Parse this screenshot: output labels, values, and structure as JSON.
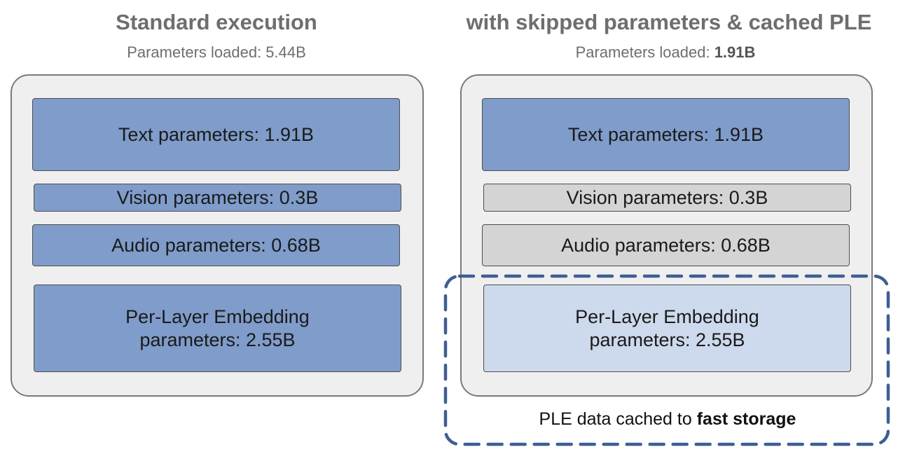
{
  "left": {
    "title": "Standard execution",
    "subtitle_prefix": "Parameters loaded: ",
    "subtitle_value": "5.44B",
    "blocks": {
      "text": "Text parameters: 1.91B",
      "vision": "Vision parameters: 0.3B",
      "audio": "Audio parameters: 0.68B",
      "ple_line1": "Per-Layer Embedding",
      "ple_line2": "parameters: 2.55B"
    }
  },
  "right": {
    "title": "with skipped parameters & cached PLE",
    "subtitle_prefix": "Parameters loaded: ",
    "subtitle_value": "1.91B",
    "blocks": {
      "text": "Text parameters: 1.91B",
      "vision": "Vision parameters: 0.3B",
      "audio": "Audio parameters: 0.68B",
      "ple_line1": "Per-Layer Embedding",
      "ple_line2": "parameters: 2.55B"
    },
    "cache_caption_prefix": "PLE data cached to ",
    "cache_caption_bold": "fast storage"
  },
  "colors": {
    "loaded_block": "#7f9cca",
    "skipped_block": "#d4d4d4",
    "cached_block": "#cdd9ec",
    "cache_outline": "#3f5e93",
    "panel_background": "#efefef"
  }
}
